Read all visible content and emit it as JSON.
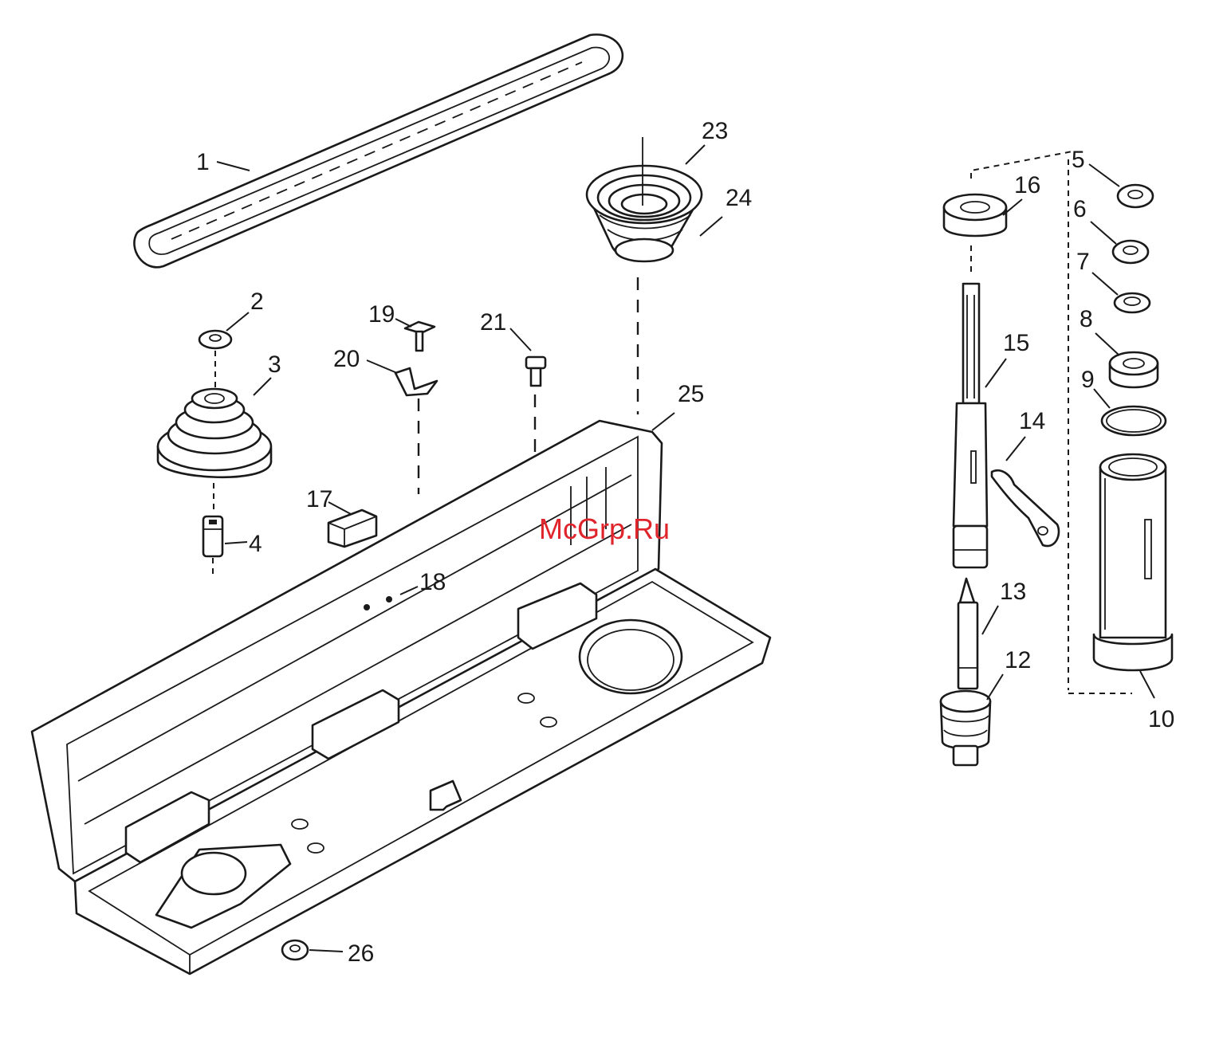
{
  "watermark": "McGrp.Ru",
  "colors": {
    "ink": "#1a1a1a",
    "watermark": "#e0242c",
    "background": "#ffffff"
  },
  "callouts": {
    "p1": "1",
    "p2": "2",
    "p3": "3",
    "p4": "4",
    "p5": "5",
    "p6": "6",
    "p7": "7",
    "p8": "8",
    "p9": "9",
    "p10": "10",
    "p12": "12",
    "p13": "13",
    "p14": "14",
    "p15": "15",
    "p16": "16",
    "p17": "17",
    "p18": "18",
    "p19": "19",
    "p20": "20",
    "p21": "21",
    "p23": "23",
    "p24": "24",
    "p25": "25",
    "p26": "26"
  }
}
